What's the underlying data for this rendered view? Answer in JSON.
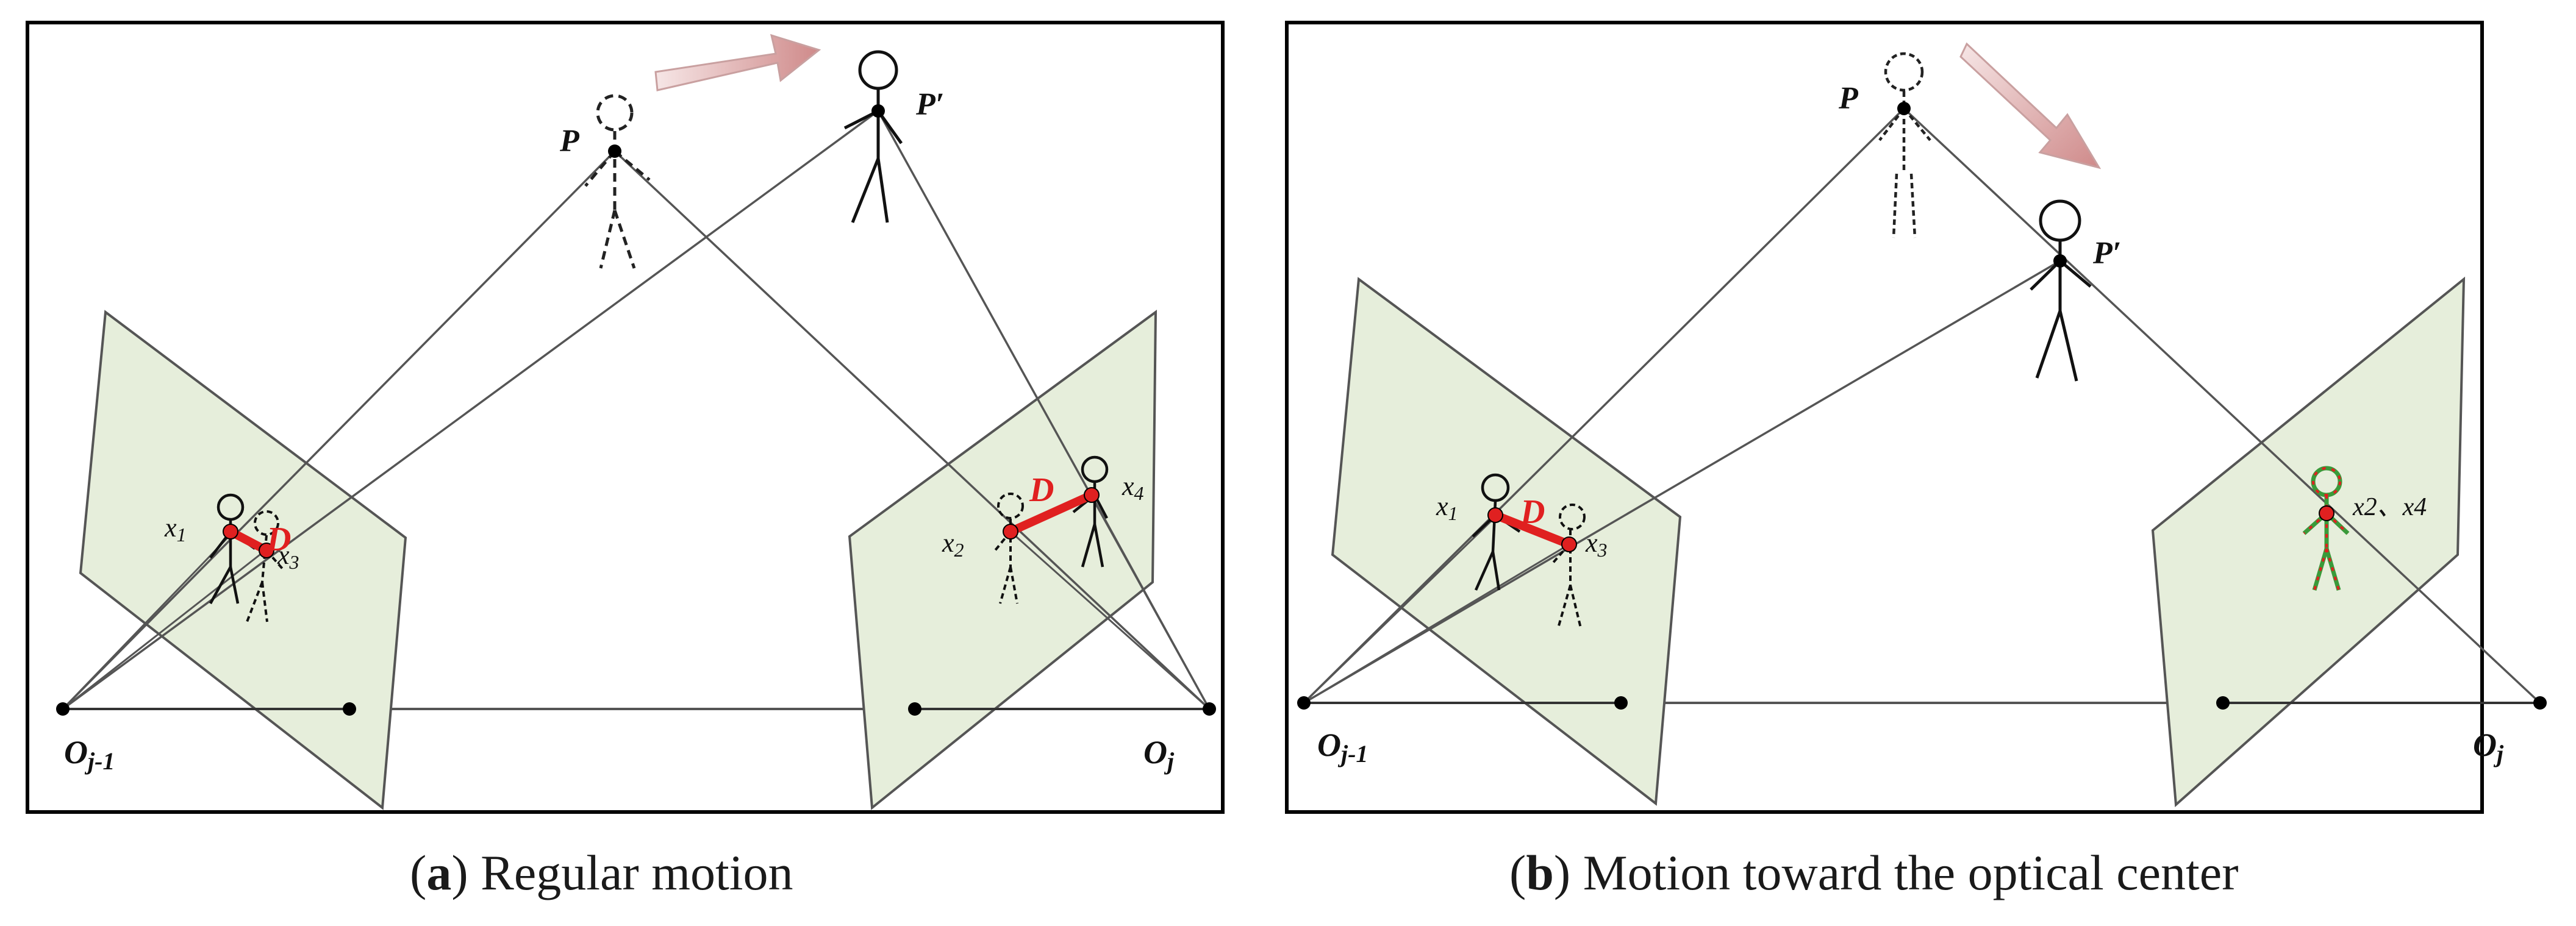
{
  "panels": [
    {
      "id": "a",
      "caption_letter": "a",
      "caption_text": "Regular motion",
      "labels": {
        "P": "P",
        "P_prime": "P′",
        "O_left_main": "O",
        "O_left_sub": "j-1",
        "O_right_main": "O",
        "O_right_sub": "j",
        "x1": "x",
        "x1_sub": "1",
        "x2": "x",
        "x2_sub": "2",
        "x3": "x",
        "x3_sub": "3",
        "x4": "x",
        "x4_sub": "4",
        "D_left": "D",
        "D_right": "D"
      }
    },
    {
      "id": "b",
      "caption_letter": "b",
      "caption_text": "Motion toward the optical center",
      "labels": {
        "P": "P",
        "P_prime": "P′",
        "O_left_main": "O",
        "O_left_sub": "j-1",
        "O_right_main": "O",
        "O_right_sub": "j",
        "x1": "x",
        "x1_sub": "1",
        "x3": "x",
        "x3_sub": "3",
        "x24": "x2、x4",
        "D_left": "D"
      }
    }
  ],
  "colors": {
    "plane_fill": "#e6eedb",
    "plane_stroke": "#555555",
    "marker_red": "#e02020",
    "arrow_fill": "#d9a4a4",
    "figure_green": "#3a9a3a"
  }
}
